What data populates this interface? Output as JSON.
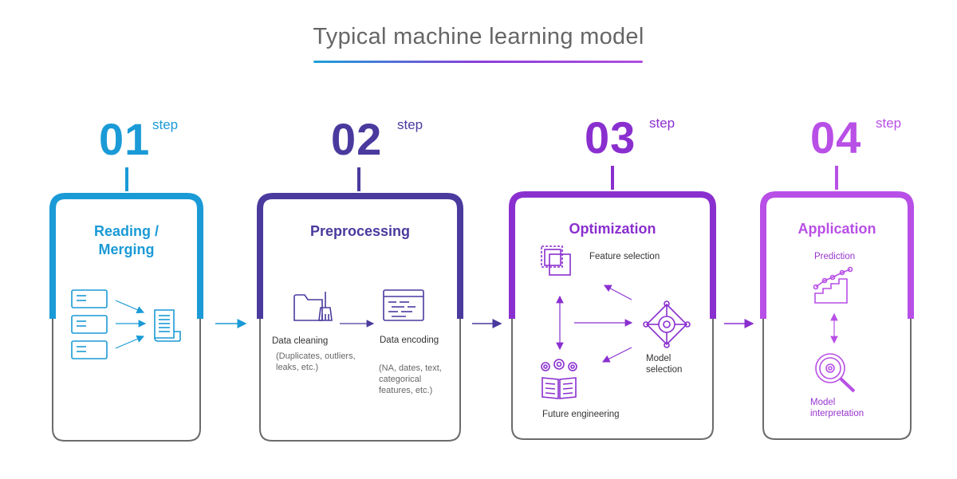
{
  "title": "Typical machine learning model",
  "step_word": "step",
  "colors": {
    "step1": "#1a9ad6",
    "step2": "#4a3a9e",
    "step3": "#8a2fcf",
    "step4": "#b84fe6",
    "frame": "#6b6b6b"
  },
  "steps": [
    {
      "num": "01",
      "title_line1": "Reading /",
      "title_line2": "Merging"
    },
    {
      "num": "02",
      "title": "Preprocessing",
      "items": [
        {
          "label": "Data cleaning",
          "detail_line1": "(Duplicates, outliers,",
          "detail_line2": "leaks, etc.)"
        },
        {
          "label": "Data encoding",
          "detail_line1": "(NA, dates, text,",
          "detail_line2": "categorical",
          "detail_line3": "features, etc.)"
        }
      ]
    },
    {
      "num": "03",
      "title": "Optimization",
      "items": [
        {
          "label": "Feature selection"
        },
        {
          "label_line1": "Model",
          "label_line2": "selection"
        },
        {
          "label": "Future engineering"
        }
      ]
    },
    {
      "num": "04",
      "title": "Application",
      "items": [
        {
          "label": "Prediction"
        },
        {
          "label_line1": "Model",
          "label_line2": "interpretation"
        }
      ]
    }
  ],
  "icons": [
    "server-stack-icon",
    "document-icon",
    "folder-brush-icon",
    "code-window-icon",
    "feature-squares-icon",
    "model-network-icon",
    "gear-book-icon",
    "growth-chart-icon",
    "magnifier-gear-icon"
  ]
}
